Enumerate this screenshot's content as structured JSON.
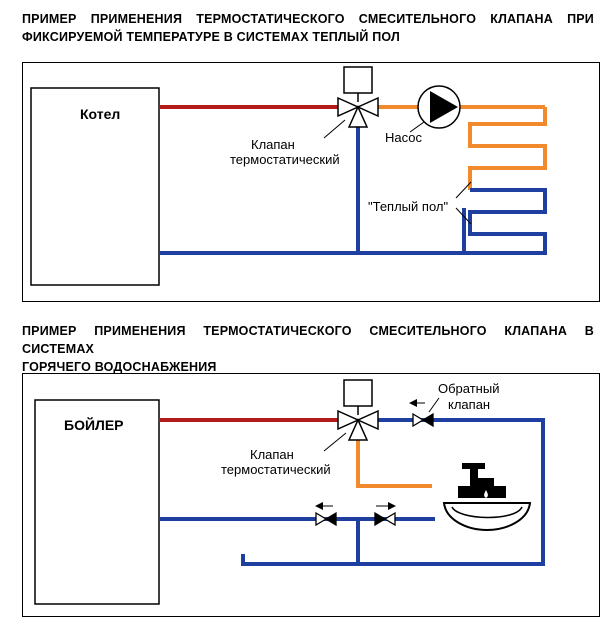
{
  "diagram1": {
    "title_line1": "ПРИМЕР ПРИМЕНЕНИЯ ТЕРМОСТАТИЧЕСКОГО СМЕСИТЕЛЬНОГО КЛАПАНА ПРИ",
    "title_line2": "ФИКСИРУЕМОЙ ТЕМПЕРАТУРЕ В СИСТЕМАХ ТЕПЛЫЙ ПОЛ",
    "boiler_label": "Котел",
    "valve_label_1": "Клапан",
    "valve_label_2": "термостатический",
    "pump_label": "Насос",
    "floor_label": "\"Теплый пол\""
  },
  "diagram2": {
    "title_line1": "ПРИМЕР ПРИМЕНЕНИЯ ТЕРМОСТАТИЧЕСКОГО СМЕСИТЕЛЬНОГО КЛАПАНА В СИСТЕМАХ",
    "title_line2": "ГОРЯЧЕГО ВОДОСНАБЖЕНИЯ",
    "boiler_label": "БОЙЛЕР",
    "valve_label_1": "Клапан",
    "valve_label_2": "термостатический",
    "check_valve_label_1": "Обратный",
    "check_valve_label_2": "клапан"
  },
  "colors": {
    "hot": "#b31b1b",
    "cold": "#1f3fa0",
    "mixed": "#f08a2c",
    "valve_fill": "#ffffff",
    "outline": "#000000"
  }
}
